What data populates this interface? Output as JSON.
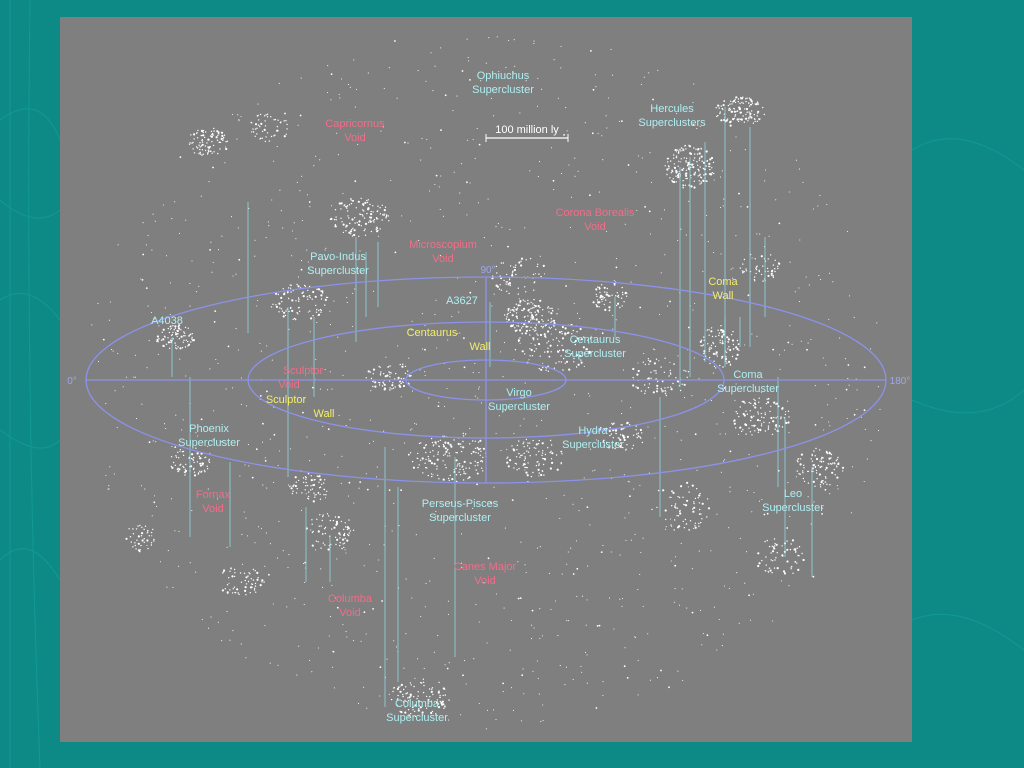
{
  "map": {
    "scale_bar": "100 million ly",
    "credit": "",
    "ring_labels": {
      "top": "90°",
      "left": "0°",
      "right": "180°"
    },
    "labels": [
      {
        "name": "ophiuchus-supercluster",
        "kind": "sc",
        "lines": [
          "Ophiuchus",
          "Supercluster"
        ]
      },
      {
        "name": "hercules-superclusters",
        "kind": "sc",
        "lines": [
          "Hercules",
          "Superclusters"
        ]
      },
      {
        "name": "capricornus-void",
        "kind": "void",
        "lines": [
          "Capricornus",
          "Void"
        ]
      },
      {
        "name": "corona-borealis-void",
        "kind": "void",
        "lines": [
          "Corona Borealis",
          "Void"
        ]
      },
      {
        "name": "microscopium-void",
        "kind": "void",
        "lines": [
          "Microscopium",
          "Void"
        ]
      },
      {
        "name": "pavo-indus-supercluster",
        "kind": "sc",
        "lines": [
          "Pavo-Indus",
          "Supercluster"
        ]
      },
      {
        "name": "a3627",
        "kind": "sc",
        "lines": [
          "A3627"
        ]
      },
      {
        "name": "a4038",
        "kind": "sc",
        "lines": [
          "A4038"
        ]
      },
      {
        "name": "centaurus-wall",
        "kind": "wall",
        "lines": [
          "Centaurus",
          "Wall"
        ]
      },
      {
        "name": "centaurus-supercluster",
        "kind": "sc",
        "lines": [
          "Centaurus",
          "Supercluster"
        ]
      },
      {
        "name": "coma-wall",
        "kind": "wall",
        "lines": [
          "Coma",
          "Wall"
        ]
      },
      {
        "name": "coma-supercluster",
        "kind": "sc",
        "lines": [
          "Coma",
          "Supercluster"
        ]
      },
      {
        "name": "sculptor-void",
        "kind": "void",
        "lines": [
          "Sculptor",
          "Void"
        ]
      },
      {
        "name": "sculptor-wall",
        "kind": "wall",
        "lines": [
          "Sculptor",
          "Wall"
        ]
      },
      {
        "name": "virgo-supercluster",
        "kind": "sc",
        "lines": [
          "Virgo",
          "Supercluster"
        ]
      },
      {
        "name": "phoenix-supercluster",
        "kind": "sc",
        "lines": [
          "Phoenix",
          "Supercluster"
        ]
      },
      {
        "name": "hydra-supercluster",
        "kind": "sc",
        "lines": [
          "Hydra",
          "Supercluster"
        ]
      },
      {
        "name": "fornax-void",
        "kind": "void",
        "lines": [
          "Fornax",
          "Void"
        ]
      },
      {
        "name": "perseus-pisces-supercluster",
        "kind": "sc",
        "lines": [
          "Perseus-Pisces",
          "Supercluster"
        ]
      },
      {
        "name": "leo-supercluster",
        "kind": "sc",
        "lines": [
          "Leo",
          "Supercluster"
        ]
      },
      {
        "name": "canes-major-void",
        "kind": "void",
        "lines": [
          "Canes Major",
          "Void"
        ]
      },
      {
        "name": "columba-void",
        "kind": "void",
        "lines": [
          "Columba",
          "Void"
        ]
      },
      {
        "name": "columba-supercluster",
        "kind": "sc",
        "lines": [
          "Columba",
          "Supercluster"
        ]
      }
    ]
  }
}
